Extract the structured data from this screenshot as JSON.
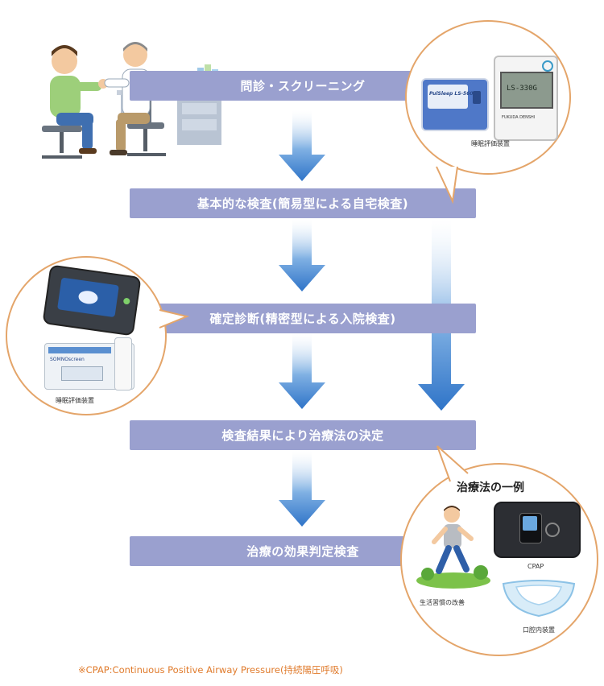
{
  "steps": [
    {
      "label": "問診・スクリーニング"
    },
    {
      "label": "基本的な検査(簡易型による自宅検査)"
    },
    {
      "label": "確定診断(精密型による入院検査)"
    },
    {
      "label": "検査結果により治療法の決定"
    },
    {
      "label": "治療の効果判定検査"
    }
  ],
  "bubble_home": {
    "device1_brand": "PulSleep LS-560",
    "device2_model": "LS-330G",
    "device2_brand": "FUKUDA DENSHI",
    "caption": "睡眠評価装置"
  },
  "bubble_hospital": {
    "device_screen": "SOMNOscreen",
    "caption": "睡眠評価装置"
  },
  "bubble_treatment": {
    "title": "治療法の一例",
    "cpap_label": "CPAP",
    "lifestyle_label": "生活習慣の改善",
    "oral_label": "口腔内装置"
  },
  "footnote": "※CPAP:Continuous Positive Airway Pressure(持続陽圧呼吸)",
  "colors": {
    "step_bg": "#9aa0cf",
    "arrow": "#3f82cf",
    "bubble_border": "#e4a56a",
    "footnote": "#e07b2c"
  }
}
